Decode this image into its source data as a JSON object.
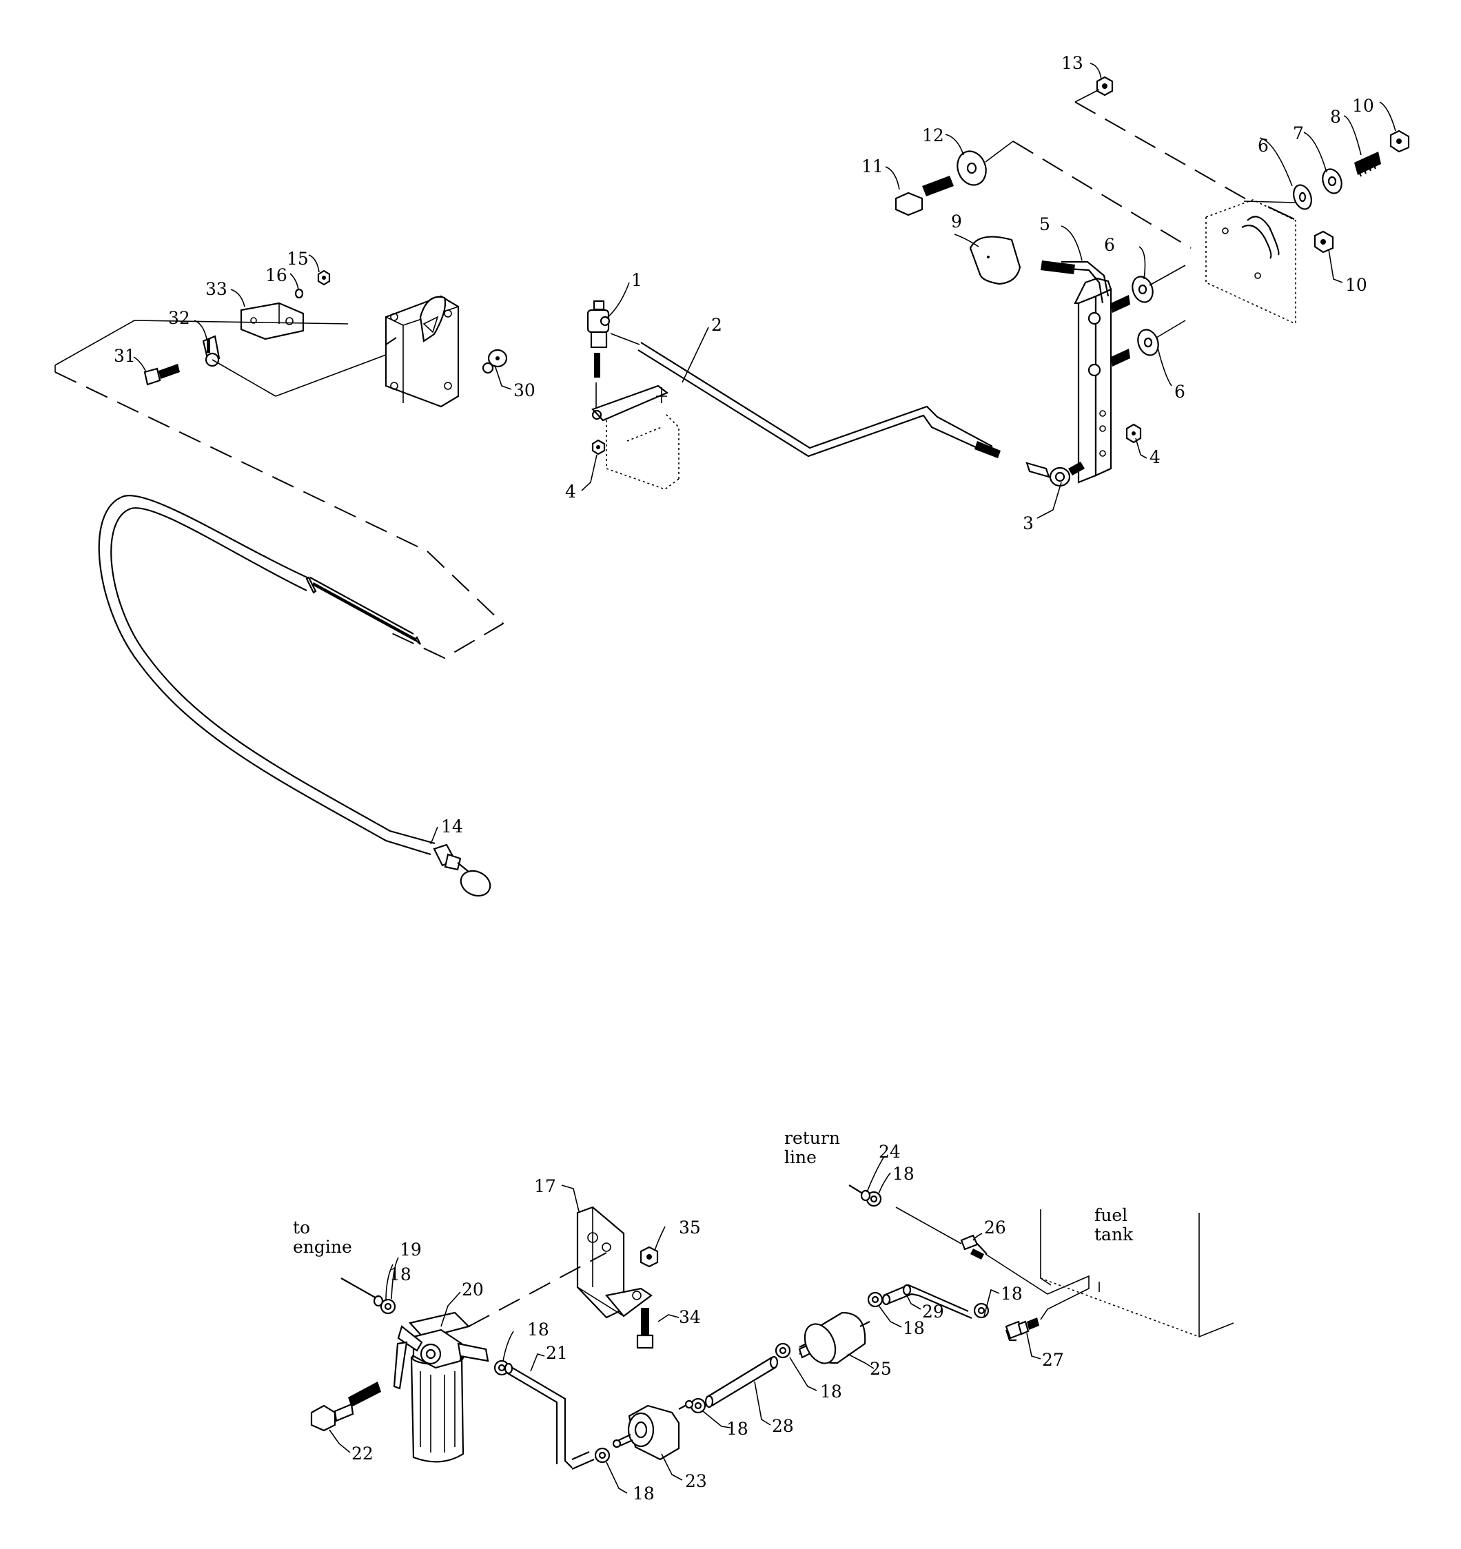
{
  "callouts": {
    "n1": "1",
    "n2": "2",
    "n3": "3",
    "n4a": "4",
    "n4b": "4",
    "n5": "5",
    "n6a": "6",
    "n6b": "6",
    "n6c": "6",
    "n7": "7",
    "n8": "8",
    "n9": "9",
    "n10a": "10",
    "n10b": "10",
    "n11": "11",
    "n12": "12",
    "n13": "13",
    "n14": "14",
    "n15": "15",
    "n16": "16",
    "n17": "17",
    "n18a": "18",
    "n18b": "18",
    "n18c": "18",
    "n18d": "18",
    "n18e": "18",
    "n18f": "18",
    "n18g": "18",
    "n18h": "18",
    "n19": "19",
    "n20": "20",
    "n21": "21",
    "n22": "22",
    "n23": "23",
    "n24": "24",
    "n25": "25",
    "n26": "26",
    "n27": "27",
    "n28": "28",
    "n29": "29",
    "n30": "30",
    "n31": "31",
    "n32": "32",
    "n33": "33",
    "n34": "34",
    "n35": "35"
  },
  "notes": {
    "return_line_1": "return",
    "return_line_2": "line",
    "to_engine_1": "to",
    "to_engine_2": "engine",
    "fuel_tank_1": "fuel",
    "fuel_tank_2": "tank"
  }
}
